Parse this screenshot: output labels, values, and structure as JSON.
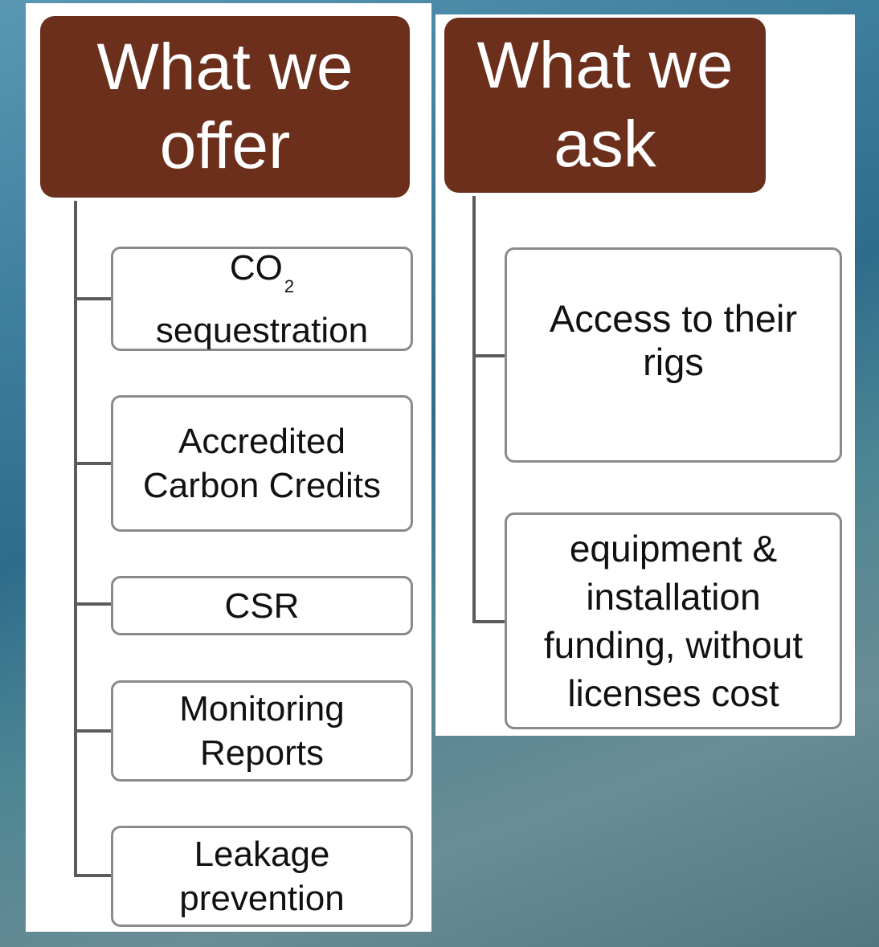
{
  "offer": {
    "title_line1": "What we",
    "title_line2": "offer",
    "items": [
      {
        "label": "CO",
        "subscript": "2",
        "label2": "sequestration"
      },
      {
        "line1": "Accredited",
        "line2": "Carbon Credits"
      },
      {
        "label": "CSR"
      },
      {
        "line1": "Monitoring",
        "line2": "Reports"
      },
      {
        "line1": "Leakage",
        "line2": "prevention"
      }
    ]
  },
  "ask": {
    "title_line1": "What we",
    "title_line2": "ask",
    "items": [
      {
        "line1": "Access to their",
        "line2": "rigs"
      },
      {
        "line1": "equipment &",
        "line2": "installation",
        "line3": "funding, without",
        "line4": "licenses cost"
      }
    ]
  },
  "colors": {
    "header_bg": "#6b2f1c",
    "connector": "#5b5b5b",
    "node_border": "#8a8a8a"
  }
}
